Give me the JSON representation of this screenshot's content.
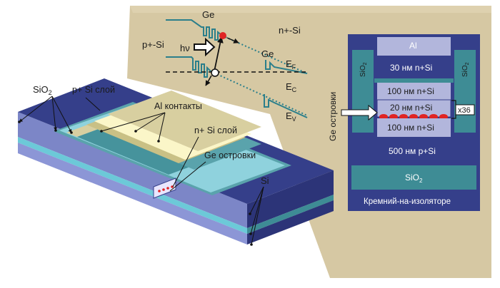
{
  "band": {
    "p_side": "p+-Si",
    "n_side": "n+-Si",
    "ge_top": "Ge",
    "ge_right": "Ge",
    "photon": "hν",
    "ef_main": "E",
    "ef_sub": "F",
    "ec_main": "E",
    "ec_sub": "C",
    "ev_main": "E",
    "ev_sub": "V"
  },
  "device": {
    "sio2_main": "SiO",
    "sio2_sub": "2",
    "p_layer": "p+ Si слой",
    "al_contacts": "Al контакты",
    "n_layer": "n+ Si слой",
    "ge_islands": "Ge островки",
    "si": "Si"
  },
  "stack": {
    "al": "Al",
    "sio2_main": "SiO",
    "sio2_sub": "2",
    "l30": "30 нм n+Si",
    "l100a": "100 нм n+Si",
    "l20": "20 нм n+Si",
    "repeat": "x36",
    "l100b": "100 нм n+Si",
    "l500": "500 нм p+Si",
    "box_main": "SiO",
    "box_sub": "2",
    "soi": "Кремний-на-изоляторе",
    "ge_islands_vertical": "Ge островки"
  },
  "colors": {
    "panel": "#d6c8a3",
    "panel_light": "#e3d7b8",
    "navy": "#353f8a",
    "lavender": "#b2b6dc",
    "teal": "#3e8c95",
    "cyan": "#8fd2dd",
    "band_line": "#2b7f8b",
    "red": "#e02424"
  }
}
